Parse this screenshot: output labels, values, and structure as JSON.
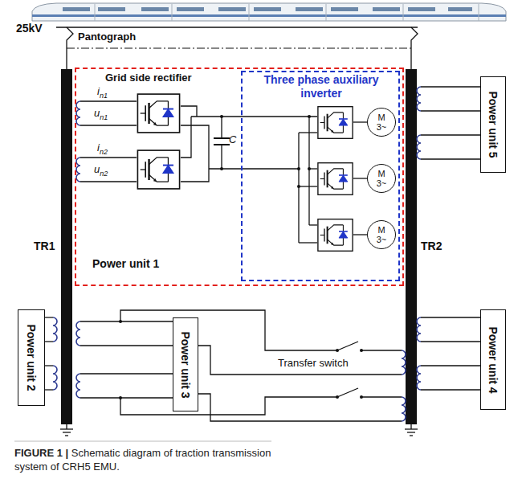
{
  "diagram": {
    "caption": "FIGURE 1 | Schematic diagram of traction transmission system of CRH5 EMU.",
    "nodes": [
      {
        "text": [
          "Grid side rectifier",
          "Power unit 1"
        ]
      },
      {
        "text": [
          "Three phase auxiliary inverter"
        ],
        "in": 0
      },
      {
        "text": [
          "M",
          "3~"
        ],
        "in": 1
      },
      {
        "text": [
          "M",
          "3~"
        ],
        "in": 1
      },
      {
        "text": [
          "M",
          "3~"
        ],
        "in": 1
      },
      {
        "text": [
          "Power unit 5"
        ]
      },
      {
        "text": [
          "Power unit 2"
        ]
      },
      {
        "text": [
          "Power unit 3"
        ]
      },
      {
        "text": [
          "Power unit 4"
        ]
      }
    ],
    "labels": [
      "25kV",
      "Pantograph",
      "in1",
      "un1",
      "in2",
      "un2",
      "C",
      "TR1",
      "TR2",
      "Transfer switch"
    ]
  }
}
